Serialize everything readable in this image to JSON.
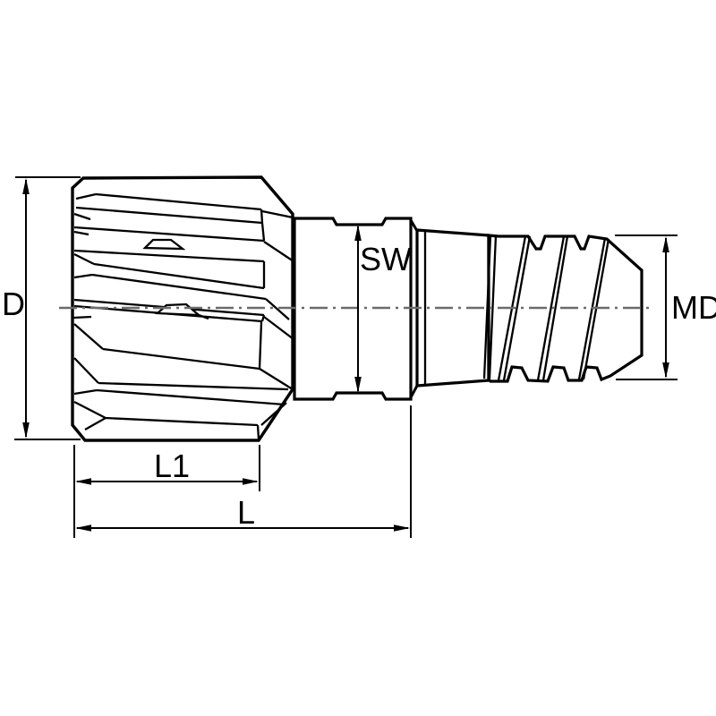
{
  "dimensions": {
    "diameter": {
      "label": "D"
    },
    "wrench_size": {
      "label": "SW"
    },
    "thread_diameter": {
      "label": "MD"
    },
    "head_length": {
      "label": "L1"
    },
    "overall_length": {
      "label": "L"
    }
  },
  "colors": {
    "line": "#000000",
    "centerline": "#6b6b6b",
    "background": "#ffffff"
  }
}
